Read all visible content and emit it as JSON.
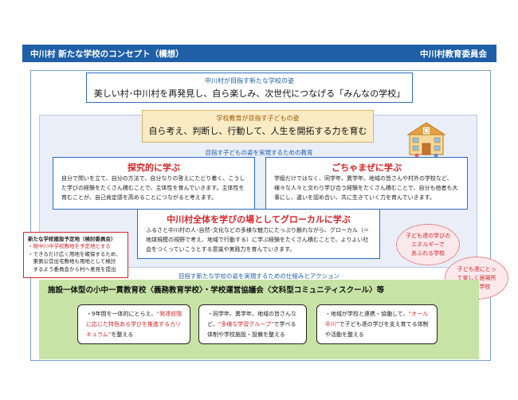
{
  "header": {
    "title": "中川村 新たな学校のコンセプト（構想）",
    "organization": "中川村教育委員会"
  },
  "colors": {
    "header_blue": "#1f5fa8",
    "accent_red": "#d4262a",
    "child_goal_bg": "#f9ebc4",
    "education_panel_bg": "#e9eef8",
    "mechanism_panel_bg": "#c7e3a6"
  },
  "village_goal": {
    "caption": "中川村が目指す新たな学校の姿",
    "text": "美しい村･中川村を再発見し、自ら楽しみ、次世代につなげる「みんなの学校」"
  },
  "child_goal": {
    "caption": "学校教育が目指す子どもの姿",
    "text": "自ら考え、判断し、行動して、人生を開拓する力を育む"
  },
  "school_icon": "school-building-icon",
  "section_child": "目指す子どもの姿を実現するための教育",
  "cards": {
    "inquiry": {
      "title": "探究的に学ぶ",
      "text": "自分で問いを立て、自分の方法で、自分なりの答えにたどり着く、こうした学びの経験をたくさん積むことで、主体性を育んでいきます。主体性を育むことが、自己肯定感を高めることにつながると考えます。"
    },
    "mixed": {
      "title": "ごちゃまぜに学ぶ",
      "text": "学級だけではなく、同学年、異学年、地域の皆さんや村外の学校など、様々な人々と交わり学び合う経験をたくさん積むことで、自分も他者も大事にし、違いを認め合い、共に生きていく力を育んでいきます。"
    },
    "global": {
      "title": "中川村全体を学びの場としてグローカルに学ぶ",
      "text": "ふるさと中川村の人･自然･文化などの多様な魅力にたっぷり触れながら、グローカル（＝地球規模の視野で考え、地域で行動する）に学ぶ経験をたくさん積むことで、よりよい社会をつくっていこうとする意識や実践力を育んでいきます。"
    }
  },
  "site_plan": {
    "title": "新たな学校建設予定地（検討委員会）",
    "lines": [
      "・現中川中学校敷地を予定地とする",
      "・できるだけ広く用地を確保するため、",
      "　東側公営住宅敷地も用地として検討",
      "　するよう委員会から村へ意見を提出"
    ]
  },
  "bubbles": [
    {
      "lines": [
        "子ども達の学びの",
        "エネルギーで",
        "あふれる学校"
      ]
    },
    {
      "lines": [
        "子ども達にとっ",
        "て楽しく居場所",
        "となる学校"
      ]
    }
  ],
  "section_mechanism": "目指す新たな学校の姿を実現するための仕組みとアクション",
  "mechanism": {
    "title": "施設一体型の小中一貫教育校〈義務教育学校〉・学校運営協議会〈文科型コミュニティスクール〉等",
    "items": [
      {
        "pre": "・9年間を一体的にとらえ、",
        "highlight": "“発達段階に応じた特色ある学びを推進するカリキュラム”",
        "post": "を整える"
      },
      {
        "pre": "・同学年、異学年、地域の皆さんなど、",
        "highlight": "“多様な学習グループ”",
        "post": "で学べる体制や学校施設・設備を整える"
      },
      {
        "pre": "・地域が学校と連携・協働して、",
        "highlight": "“オール中川”",
        "post": "で子ども達の学びを支え育てる体制や活動を整える"
      }
    ]
  }
}
